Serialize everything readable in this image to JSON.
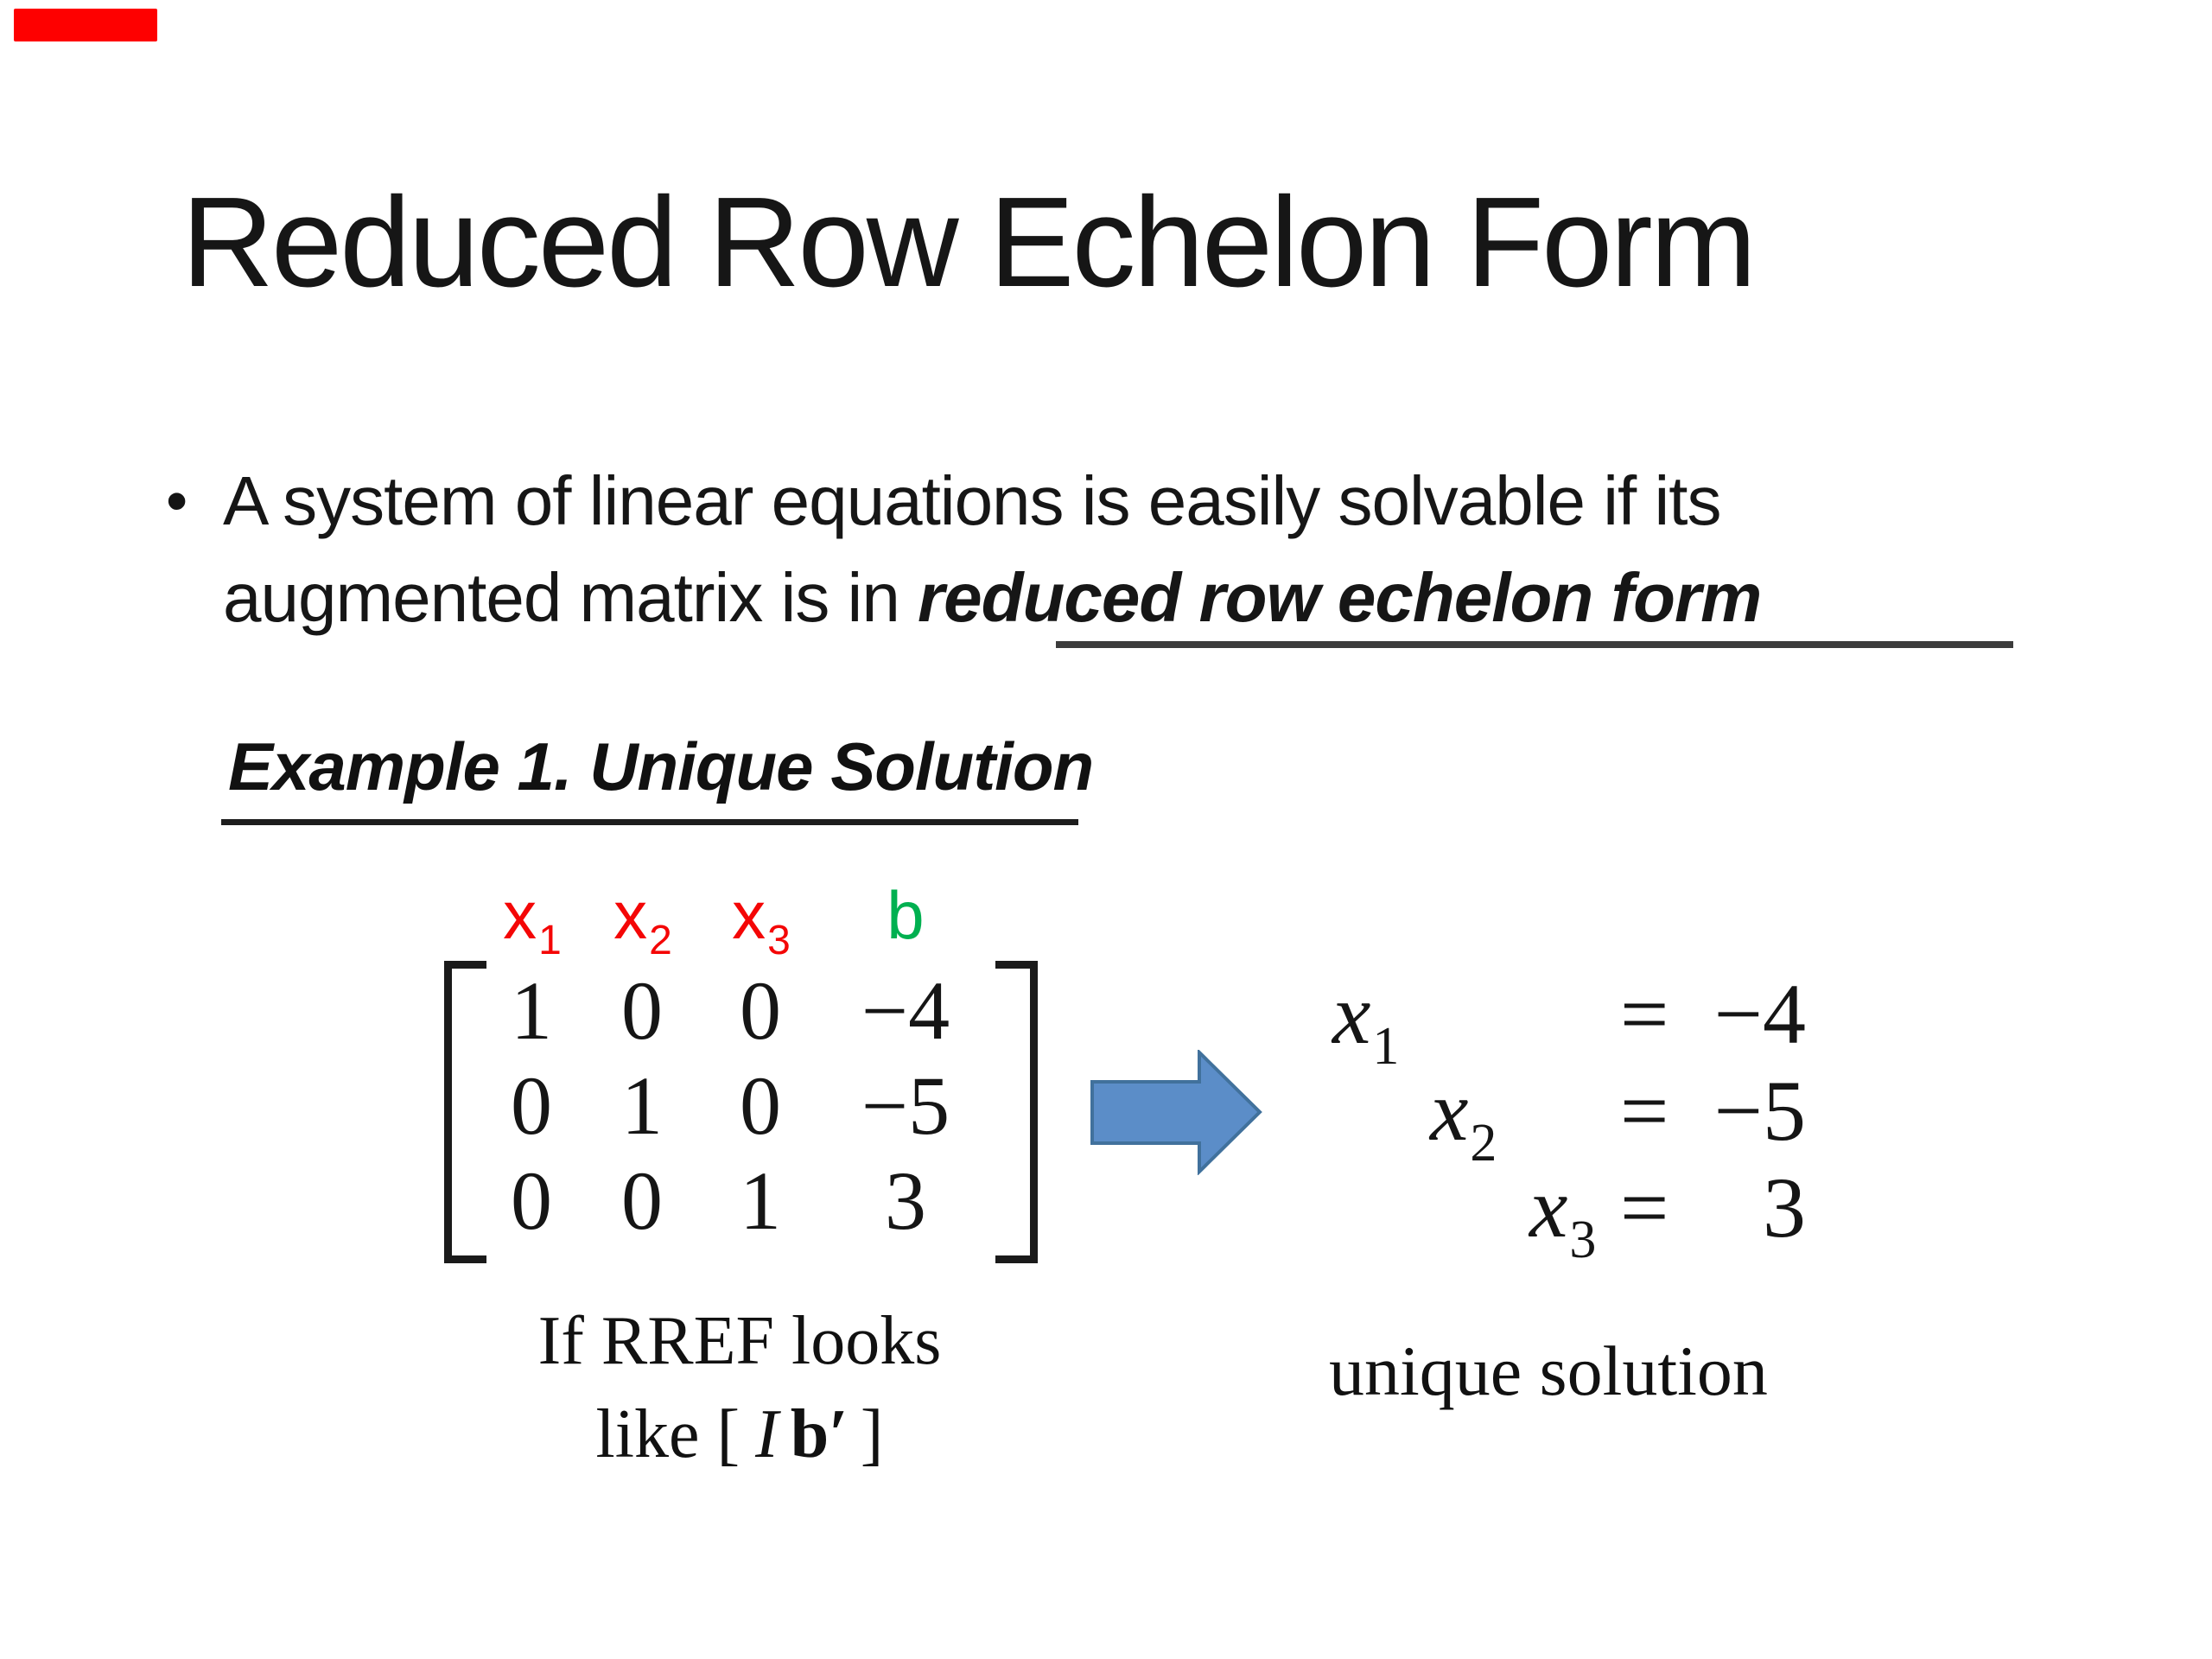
{
  "slide": {
    "title": "Reduced Row Echelon Form",
    "bullet": {
      "marker": "•",
      "text": "A system of linear equations is easily solvable if its augmented matrix is in ",
      "emphasis": "reduced row echelon form"
    },
    "example_heading": "Example 1. Unique Solution",
    "matrix": {
      "column_labels": [
        {
          "base": "x",
          "sub": "1"
        },
        {
          "base": "x",
          "sub": "2"
        },
        {
          "base": "x",
          "sub": "3"
        },
        {
          "base": "b",
          "sub": ""
        }
      ],
      "rows": [
        [
          "1",
          "0",
          "0",
          "−4"
        ],
        [
          "0",
          "1",
          "0",
          "−5"
        ],
        [
          "0",
          "0",
          "1",
          "3"
        ]
      ]
    },
    "equations": [
      {
        "variable": "x",
        "sub": "1",
        "sign": "=",
        "value": "−4"
      },
      {
        "variable": "x",
        "sub": "2",
        "sign": "=",
        "value": "−5"
      },
      {
        "variable": "x",
        "sub": "3",
        "sign": "=",
        "value": "3"
      }
    ],
    "captions": {
      "rref_line1": "If RREF looks",
      "rref_pre": "like [",
      "rref_identity": "I",
      "rref_b": "b′",
      "rref_close": "]",
      "unique": "unique solution"
    },
    "colors": {
      "variable_label_red": "#f40606",
      "b_label_green": "#00b050",
      "arrow_fill": "#5b8dc8",
      "arrow_border": "#41719c",
      "corner_bar_red": "#fe0000",
      "text_black": "#141414"
    }
  }
}
